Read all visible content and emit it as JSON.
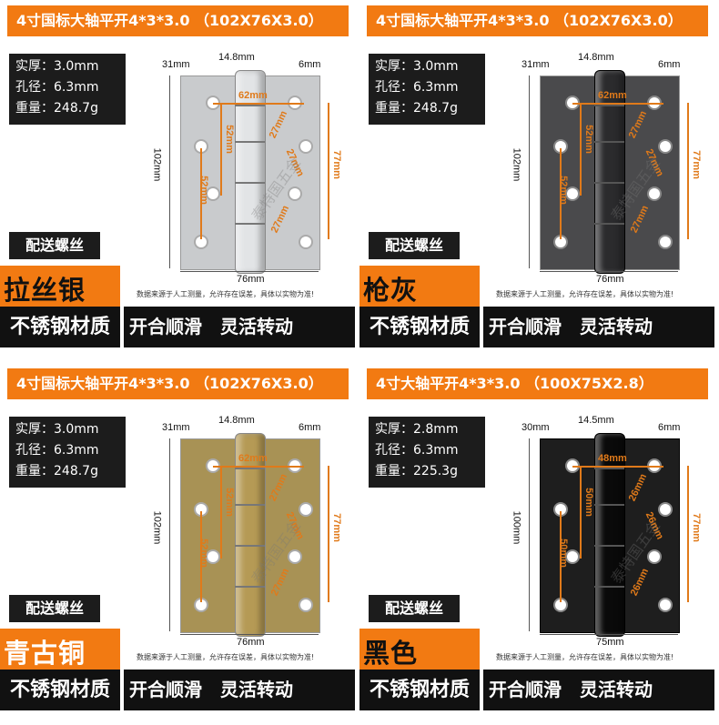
{
  "panels": [
    {
      "header": "4寸国标大轴平开4*3*3.0 （102X76X3.0）",
      "specs": [
        "实厚：3.0mm",
        "孔径：6.3mm",
        "重量：248.7g"
      ],
      "screw": "配送螺丝",
      "dims": {
        "left": "31mm",
        "knuckle": "14.8mm",
        "right": "6mm",
        "height": "102mm",
        "hole_span": "77mm",
        "width": "76mm",
        "mid": "62mm",
        "v1": "52mm",
        "v2": "52mm",
        "d1": "27mm",
        "d2": "27mm",
        "d3": "27mm"
      },
      "disclaimer": "数据来源于人工测量，允许存在误差，具体以实物为准!",
      "material_name": "拉丝银",
      "material_type": "不锈钢材质",
      "features": [
        "开合顺滑",
        "灵活转动"
      ],
      "color": "#c9cbcd"
    },
    {
      "header": "4寸国标大轴平开4*3*3.0 （102X76X3.0）",
      "specs": [
        "实厚：3.0mm",
        "孔径：6.3mm",
        "重量：248.7g"
      ],
      "screw": "配送螺丝",
      "dims": {
        "left": "31mm",
        "knuckle": "14.8mm",
        "right": "6mm",
        "height": "102mm",
        "hole_span": "77mm",
        "width": "76mm",
        "mid": "62mm",
        "v1": "52mm",
        "v2": "52mm",
        "d1": "27mm",
        "d2": "27mm",
        "d3": "27mm"
      },
      "disclaimer": "数据来源于人工测量，允许存在误差，具体以实物为准!",
      "material_name": "枪灰",
      "material_type": "不锈钢材质",
      "features": [
        "开合顺滑",
        "灵活转动"
      ],
      "color": "#4a4a4c"
    },
    {
      "header": "4寸国标大轴平开4*3*3.0 （102X76X3.0）",
      "specs": [
        "实厚：3.0mm",
        "孔径：6.3mm",
        "重量：248.7g"
      ],
      "screw": "配送螺丝",
      "dims": {
        "left": "31mm",
        "knuckle": "14.8mm",
        "right": "6mm",
        "height": "102mm",
        "hole_span": "77mm",
        "width": "76mm",
        "mid": "62mm",
        "v1": "52mm",
        "v2": "52mm",
        "d1": "27mm",
        "d2": "27mm",
        "d3": "27mm"
      },
      "disclaimer": "数据来源于人工测量，允许存在误差，具体以实物为准!",
      "material_name": "青古铜",
      "material_type": "不锈钢材质",
      "features": [
        "开合顺滑",
        "灵活转动"
      ],
      "color": "#a89255"
    },
    {
      "header": "4寸大轴平开4*3*3.0 （100X75X2.8）",
      "specs": [
        "实厚：2.8mm",
        "孔径：6.3mm",
        "重量：225.3g"
      ],
      "screw": "配送螺丝",
      "dims": {
        "left": "30mm",
        "knuckle": "14.5mm",
        "right": "6mm",
        "height": "100mm",
        "hole_span": "77mm",
        "width": "75mm",
        "mid": "48mm",
        "v1": "50mm",
        "v2": "50mm",
        "d1": "26mm",
        "d2": "26mm",
        "d3": "26mm"
      },
      "disclaimer": "数据来源于人工测量，允许存在误差，具体以实物为准!",
      "material_name": "黑色",
      "material_type": "不锈钢材质",
      "features": [
        "开合顺滑",
        "灵活转动"
      ],
      "color": "#1e1e1e"
    }
  ],
  "watermark": "泰特国五金"
}
